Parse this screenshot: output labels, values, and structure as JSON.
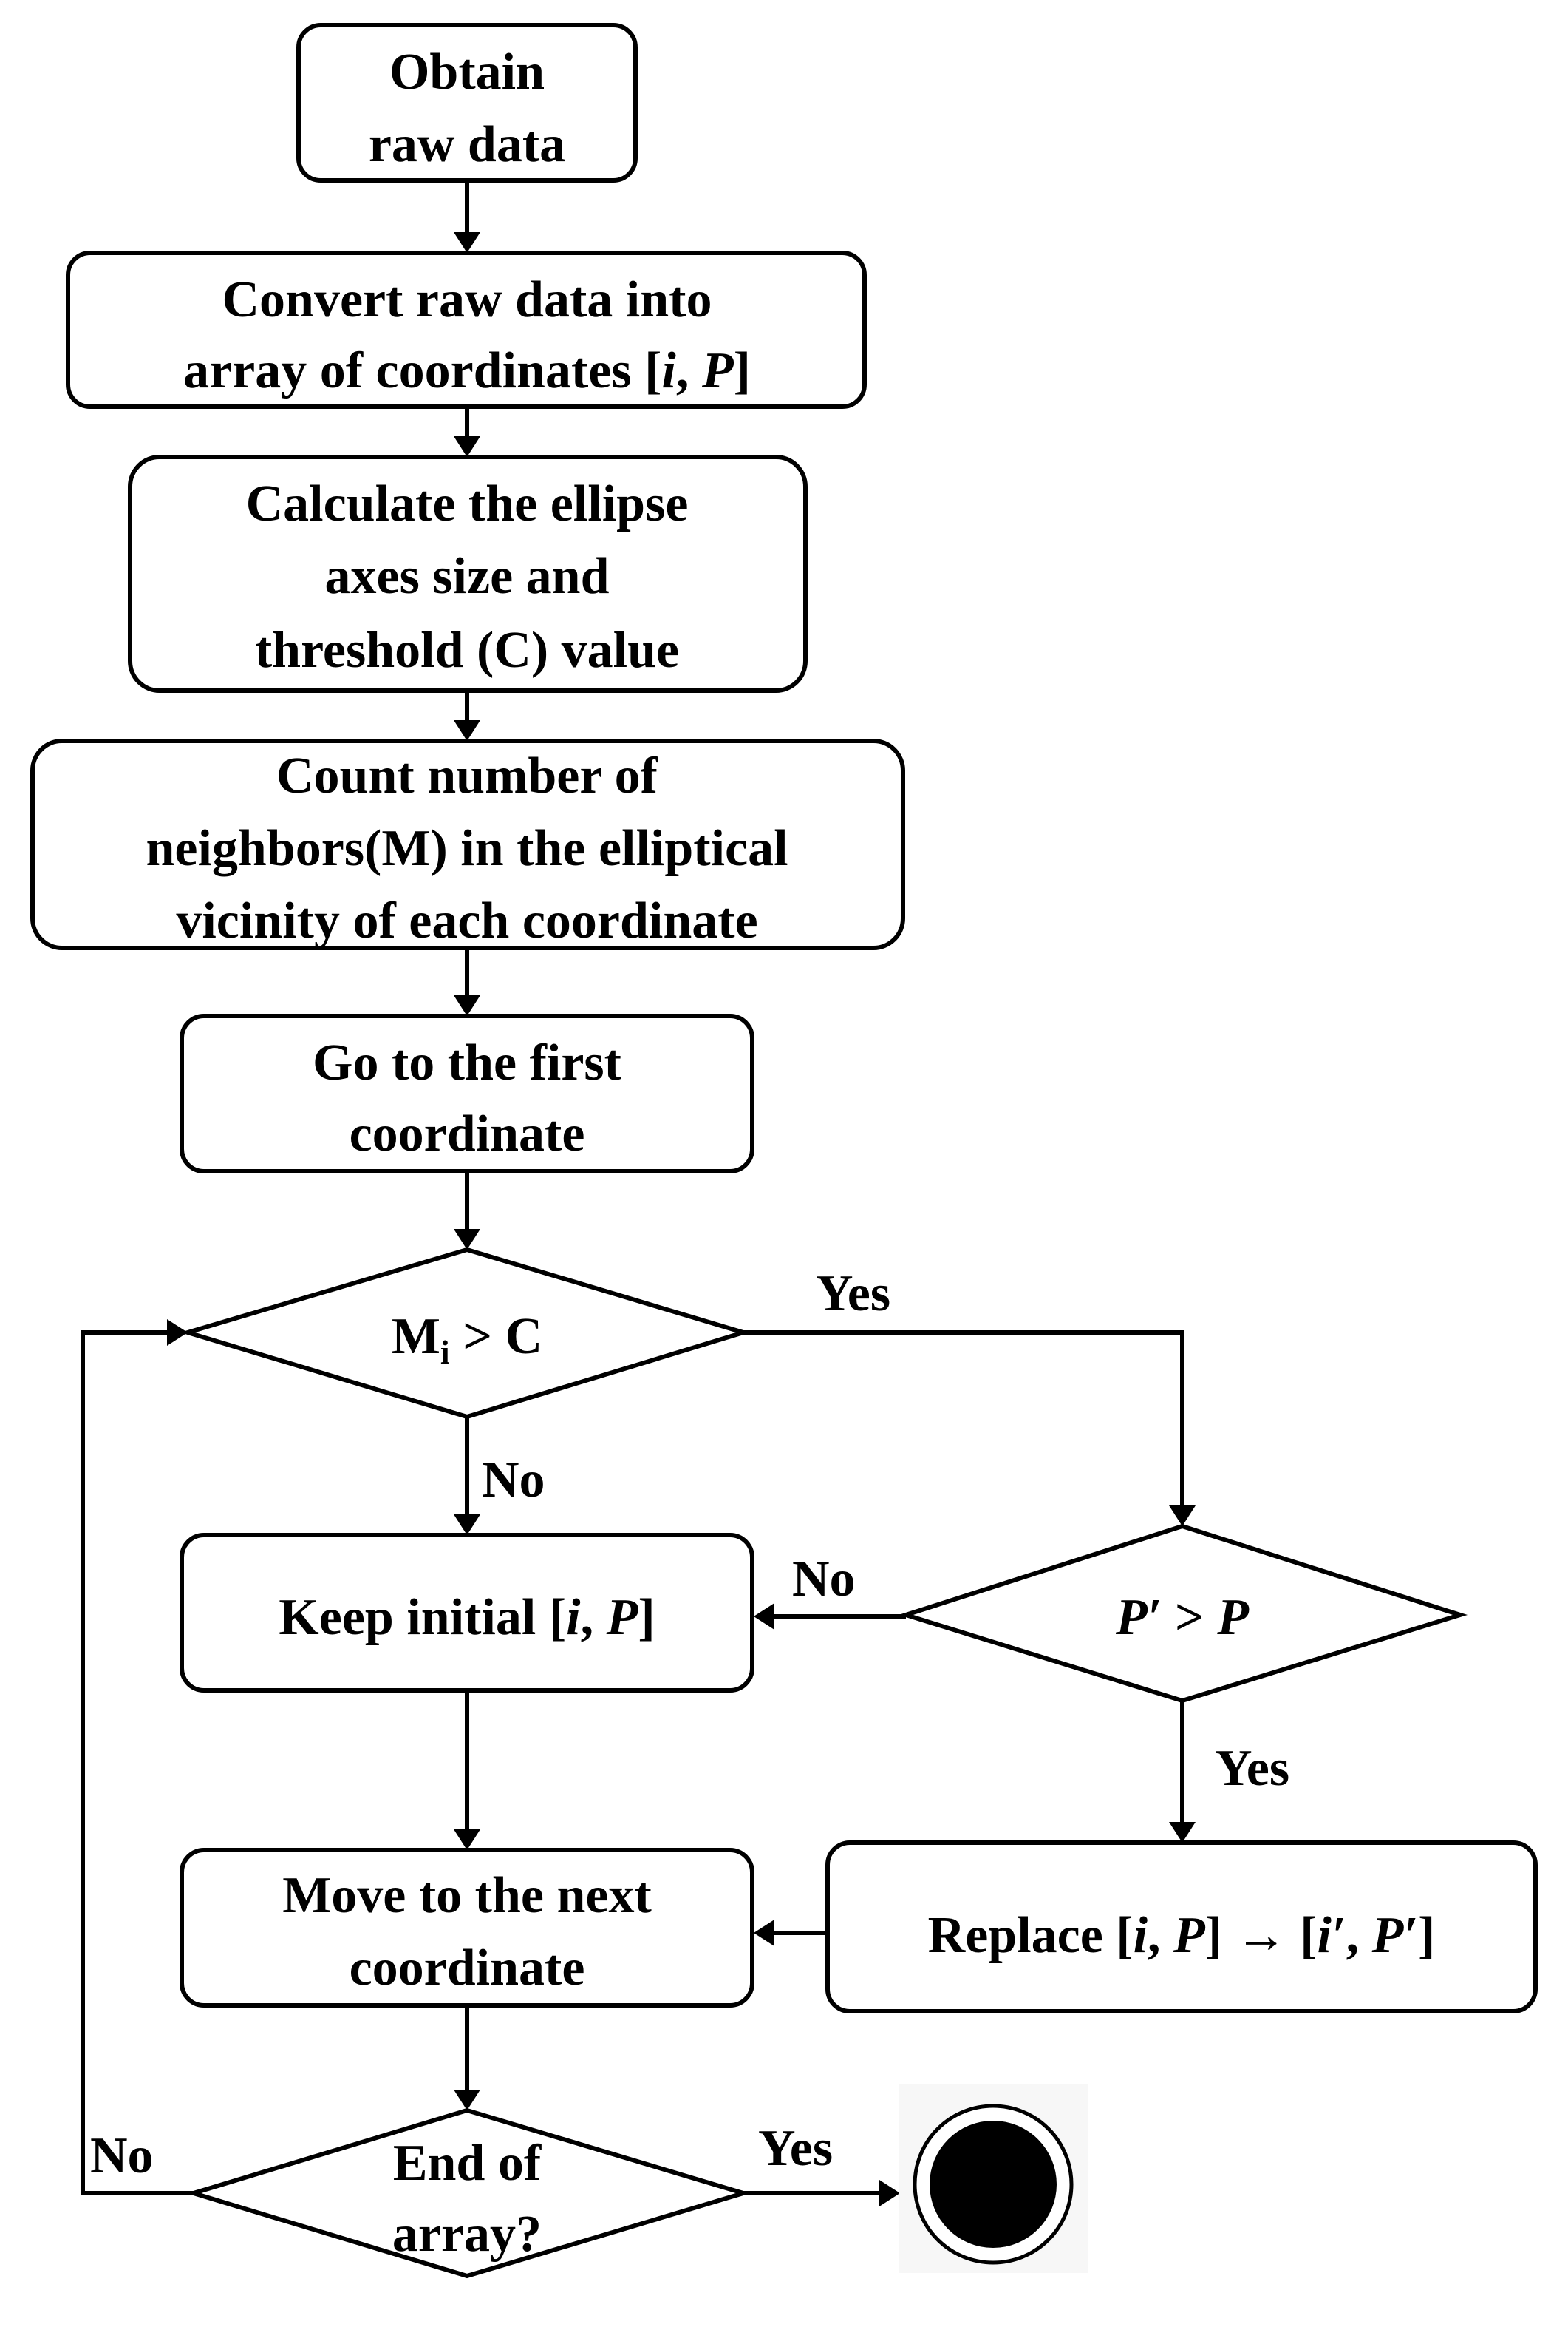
{
  "nodes": {
    "obtain": {
      "line1": "Obtain",
      "line2": "raw data"
    },
    "convert": {
      "line1": "Convert raw data into",
      "line2_pre": "array of coordinates [",
      "line2_i": "i",
      "line2_sep": ", ",
      "line2_p": "P",
      "line2_post": "]"
    },
    "calculate": {
      "line1": "Calculate the ellipse",
      "line2": "axes size and",
      "line3": "threshold (C) value"
    },
    "count": {
      "line1": "Count number of",
      "line2": "neighbors(M) in the elliptical",
      "line3": "vicinity of each coordinate"
    },
    "first": {
      "line1": "Go to the first",
      "line2": "coordinate"
    },
    "decision_mc": {
      "m": "M",
      "sub": "i",
      "rest": " > C"
    },
    "keep": {
      "pre": "Keep initial [",
      "i": "i",
      "sep": ", ",
      "p": "P",
      "post": "]"
    },
    "decision_pp": {
      "p1": "P′",
      "op": " > ",
      "p2": "P"
    },
    "next": {
      "line1": "Move to the next",
      "line2": "coordinate"
    },
    "replace": {
      "pre": "Replace [",
      "i": "i",
      "sep1": ", ",
      "p": "P",
      "mid": "] → [",
      "i2": "i′",
      "sep2": ", ",
      "p2": "P′",
      "post": "]"
    },
    "end_decision": {
      "line1": "End of",
      "line2": "array?"
    }
  },
  "edge_labels": {
    "mc_yes": "Yes",
    "mc_no": "No",
    "pp_no": "No",
    "pp_yes": "Yes",
    "end_no": "No",
    "end_yes": "Yes"
  },
  "end_node": {
    "icon": "final-state-icon"
  }
}
